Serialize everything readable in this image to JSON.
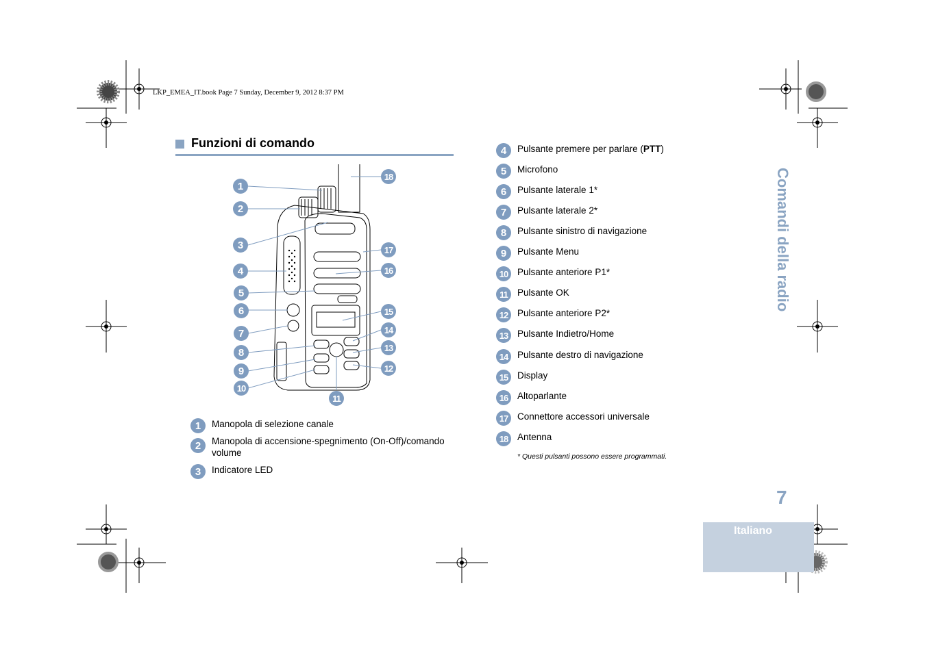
{
  "header": {
    "file_line": "LKP_EMEA_IT.book  Page 7  Sunday, December 9, 2012  8:37 PM"
  },
  "section": {
    "title": "Funzioni di comando"
  },
  "sidebar": {
    "vertical_title": "Comandi della radio"
  },
  "page": {
    "number": "7",
    "language": "Italiano"
  },
  "diagram": {
    "callouts_left": [
      "1",
      "2",
      "3",
      "4",
      "5",
      "6",
      "7",
      "8",
      "9",
      "10"
    ],
    "callouts_right": [
      "18",
      "17",
      "16",
      "15",
      "14",
      "13",
      "12"
    ],
    "callout_bottom": "11"
  },
  "items_left": [
    {
      "num": "1",
      "label": "Manopola di selezione canale"
    },
    {
      "num": "2",
      "label": "Manopola di accensione-spegnimento (On-Off)/comando volume"
    },
    {
      "num": "3",
      "label": "Indicatore LED"
    }
  ],
  "items_right": [
    {
      "num": "4",
      "label": "Pulsante premere per parlare (",
      "bold": "PTT",
      "suffix": ")"
    },
    {
      "num": "5",
      "label": "Microfono"
    },
    {
      "num": "6",
      "label": "Pulsante laterale 1*"
    },
    {
      "num": "7",
      "label": "Pulsante laterale 2*"
    },
    {
      "num": "8",
      "label": "Pulsante sinistro di navigazione"
    },
    {
      "num": "9",
      "label": "Pulsante Menu"
    },
    {
      "num": "10",
      "label": "Pulsante anteriore P1*"
    },
    {
      "num": "11",
      "label": "Pulsante OK"
    },
    {
      "num": "12",
      "label": "Pulsante anteriore P2*"
    },
    {
      "num": "13",
      "label": "Pulsante Indietro/Home"
    },
    {
      "num": "14",
      "label": "Pulsante destro di navigazione"
    },
    {
      "num": "15",
      "label": "Display"
    },
    {
      "num": "16",
      "label": "Altoparlante"
    },
    {
      "num": "17",
      "label": "Connettore accessori universale"
    },
    {
      "num": "18",
      "label": "Antenna"
    }
  ],
  "footnote": "* Questi pulsanti possono essere programmati.",
  "colors": {
    "accent": "#8aa4c2",
    "badge": "#7f9cbf",
    "lang_box": "#c5d1df"
  }
}
